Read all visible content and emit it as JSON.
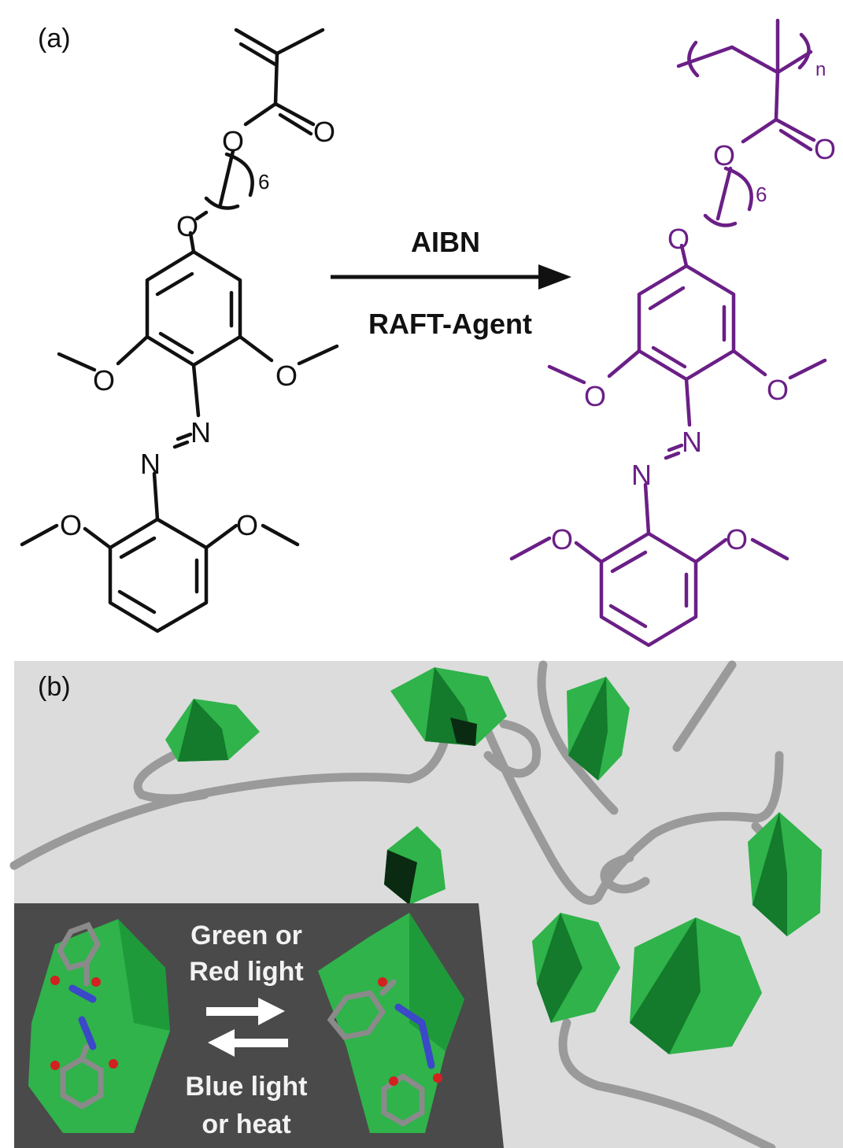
{
  "panel_a": {
    "label": "(a)",
    "reagent_top": "AIBN",
    "reagent_bottom": "RAFT-Agent",
    "atoms": {
      "oxygen": "O",
      "nitrogen": "N",
      "repeat_count": "6",
      "polymer_subscript": "n"
    },
    "colors": {
      "monomer": "#111111",
      "polymer": "#6a1f86"
    }
  },
  "panel_b": {
    "label": "(b)",
    "inset": {
      "forward_line1": "Green or",
      "forward_line2": "Red light",
      "reverse_line1": "Blue light",
      "reverse_line2": "or heat"
    },
    "colors": {
      "background": "#dcdcdc",
      "chain": "#9a9a9a",
      "block_light": "#2fb34a",
      "block_dark": "#147a2c",
      "inset_bg": "#4a4a4a",
      "inset_text": "#f2f2f2"
    }
  }
}
